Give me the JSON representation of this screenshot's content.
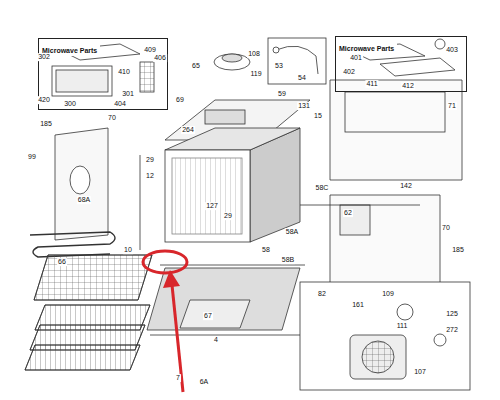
{
  "diagram": {
    "nodes": [
      {
        "text": [
          "Microwave Parts"
        ]
      },
      {
        "text": [
          "Microwave Parts"
        ]
      }
    ],
    "labels": [
      "409",
      "302",
      "406",
      "410",
      "420",
      "300",
      "301",
      "404",
      "53",
      "54",
      "403",
      "401",
      "402",
      "411",
      "412",
      "108",
      "119",
      "65",
      "59",
      "69",
      "131",
      "15",
      "264",
      "29",
      "12",
      "127",
      "29",
      "58A",
      "58C",
      "62",
      "142",
      "71",
      "185",
      "99",
      "70",
      "68A",
      "66",
      "10",
      "58",
      "58B",
      "82",
      "70",
      "185",
      "67",
      "4",
      "7",
      "6A",
      "109",
      "161",
      "125",
      "111",
      "272",
      "107"
    ]
  }
}
